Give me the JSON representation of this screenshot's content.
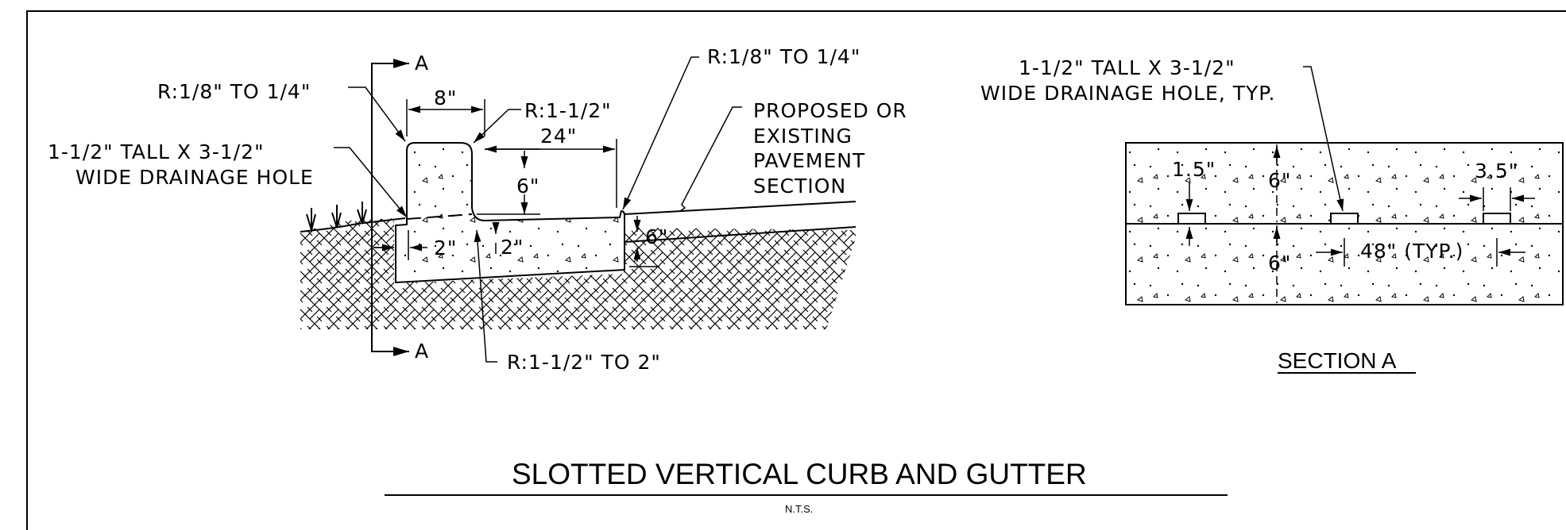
{
  "drawing": {
    "section_a_marker": "A",
    "labels": {
      "radius_left": "R:1/8\" TO 1/4\"",
      "dim_8": "8\"",
      "radius_1_5": "R:1-1/2\"",
      "radius_right": "R:1/8\" TO 1/4\"",
      "proposed_1": "PROPOSED OR",
      "proposed_2": "EXISTING",
      "proposed_3": "PAVEMENT",
      "proposed_4": "SECTION",
      "hole_left_1": "1-1/2\" TALL X 3-1/2\"",
      "hole_left_2": "WIDE DRAINAGE HOLE",
      "dim_24": "24\"",
      "dim_6_gutter": "6\"",
      "dim_2_left": "2\"",
      "dim_2_right": "2\"",
      "dim_6_edge": "6\"",
      "radius_bottom": "R:1-1/2\" TO 2\""
    }
  },
  "section_a": {
    "hole_1": "1-1/2\" TALL X 3-1/2\"",
    "hole_2": "WIDE DRAINAGE HOLE, TYP.",
    "dim_1_5": "1.5\"",
    "dim_6_top": "6\"",
    "dim_3_5": "3.5\"",
    "dim_6_bottom": "6\"",
    "dim_48": "48\" (TYP.)",
    "caption": "SECTION A"
  },
  "title": {
    "main": "SLOTTED VERTICAL CURB AND GUTTER",
    "scale": "N.T.S."
  }
}
